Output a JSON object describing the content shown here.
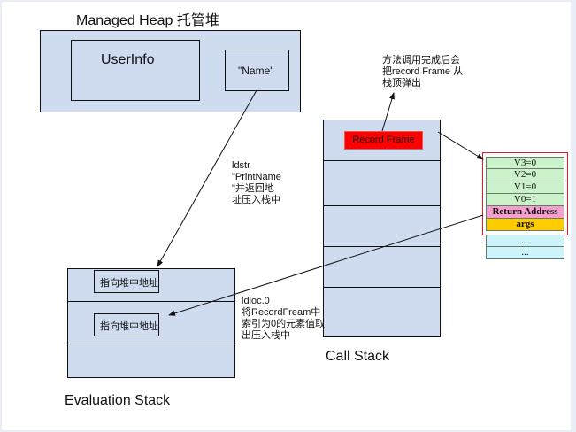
{
  "managed_heap": {
    "title": "Managed Heap 托管堆",
    "objects": [
      {
        "label": "UserInfo"
      },
      {
        "label": "\"Name\""
      }
    ]
  },
  "evaluation_stack": {
    "title": "Evaluation Stack",
    "slots": [
      {
        "label": "指向堆中地址"
      },
      {
        "label": "指向堆中地址"
      },
      {
        "label": ""
      }
    ]
  },
  "call_stack": {
    "title": "Call Stack",
    "record_frame_label": "Record Frame",
    "slot_count": 5
  },
  "record_frame_detail": {
    "rows": [
      {
        "label": "V3=0",
        "kind": "local"
      },
      {
        "label": "V2=0",
        "kind": "local"
      },
      {
        "label": "V1=0",
        "kind": "local"
      },
      {
        "label": "V0=1",
        "kind": "local"
      },
      {
        "label": "Return Address",
        "kind": "return"
      },
      {
        "label": "args",
        "kind": "args"
      },
      {
        "label": "...",
        "kind": "other"
      },
      {
        "label": "...",
        "kind": "other"
      }
    ]
  },
  "annotations": {
    "pop_note": "方法调用完成后会\n把record Frame 从\n栈顶弹出",
    "ldstr_note": "ldstr\n\"PrintName\n\"并返回地\n址压入栈中",
    "ldloc_note": "ldloc.0\n将RecordFream中\n索引为0的元素值取\n出压入栈中"
  },
  "colors": {
    "container_fill": "#cfdcf0",
    "record_frame": "#ff0000",
    "local_row": "#ccf2cc",
    "return_row": "#f59fd0",
    "args_row": "#ffcc00",
    "other_row": "#ccf4fa",
    "highlight_border": "#e02020"
  }
}
